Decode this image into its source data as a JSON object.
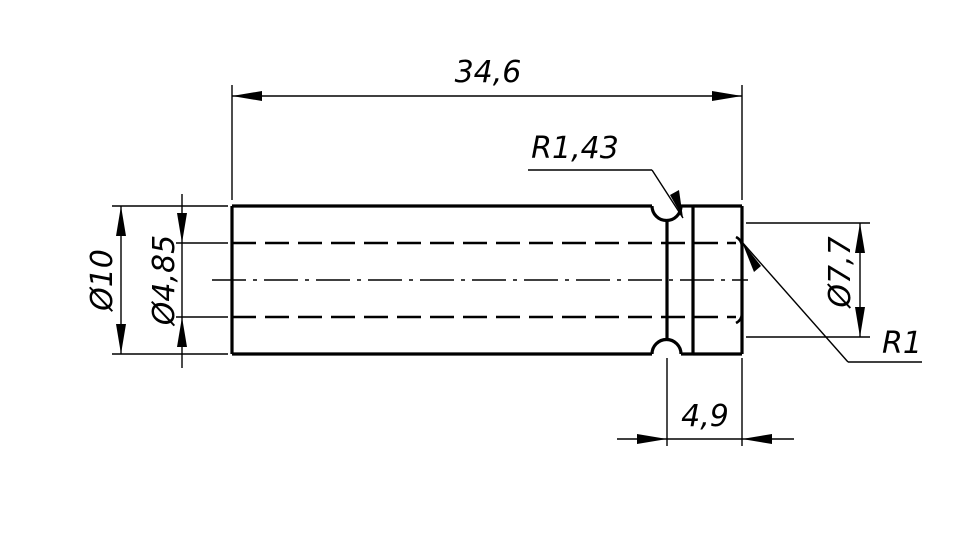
{
  "drawing": {
    "dimensions": {
      "overall_length": "34,6",
      "groove_radius": "R1,43",
      "outer_diameter": "Ø10",
      "bore_diameter": "Ø4,85",
      "end_diameter": "Ø7,7",
      "fillet_radius": "R1",
      "end_length": "4,9"
    }
  }
}
